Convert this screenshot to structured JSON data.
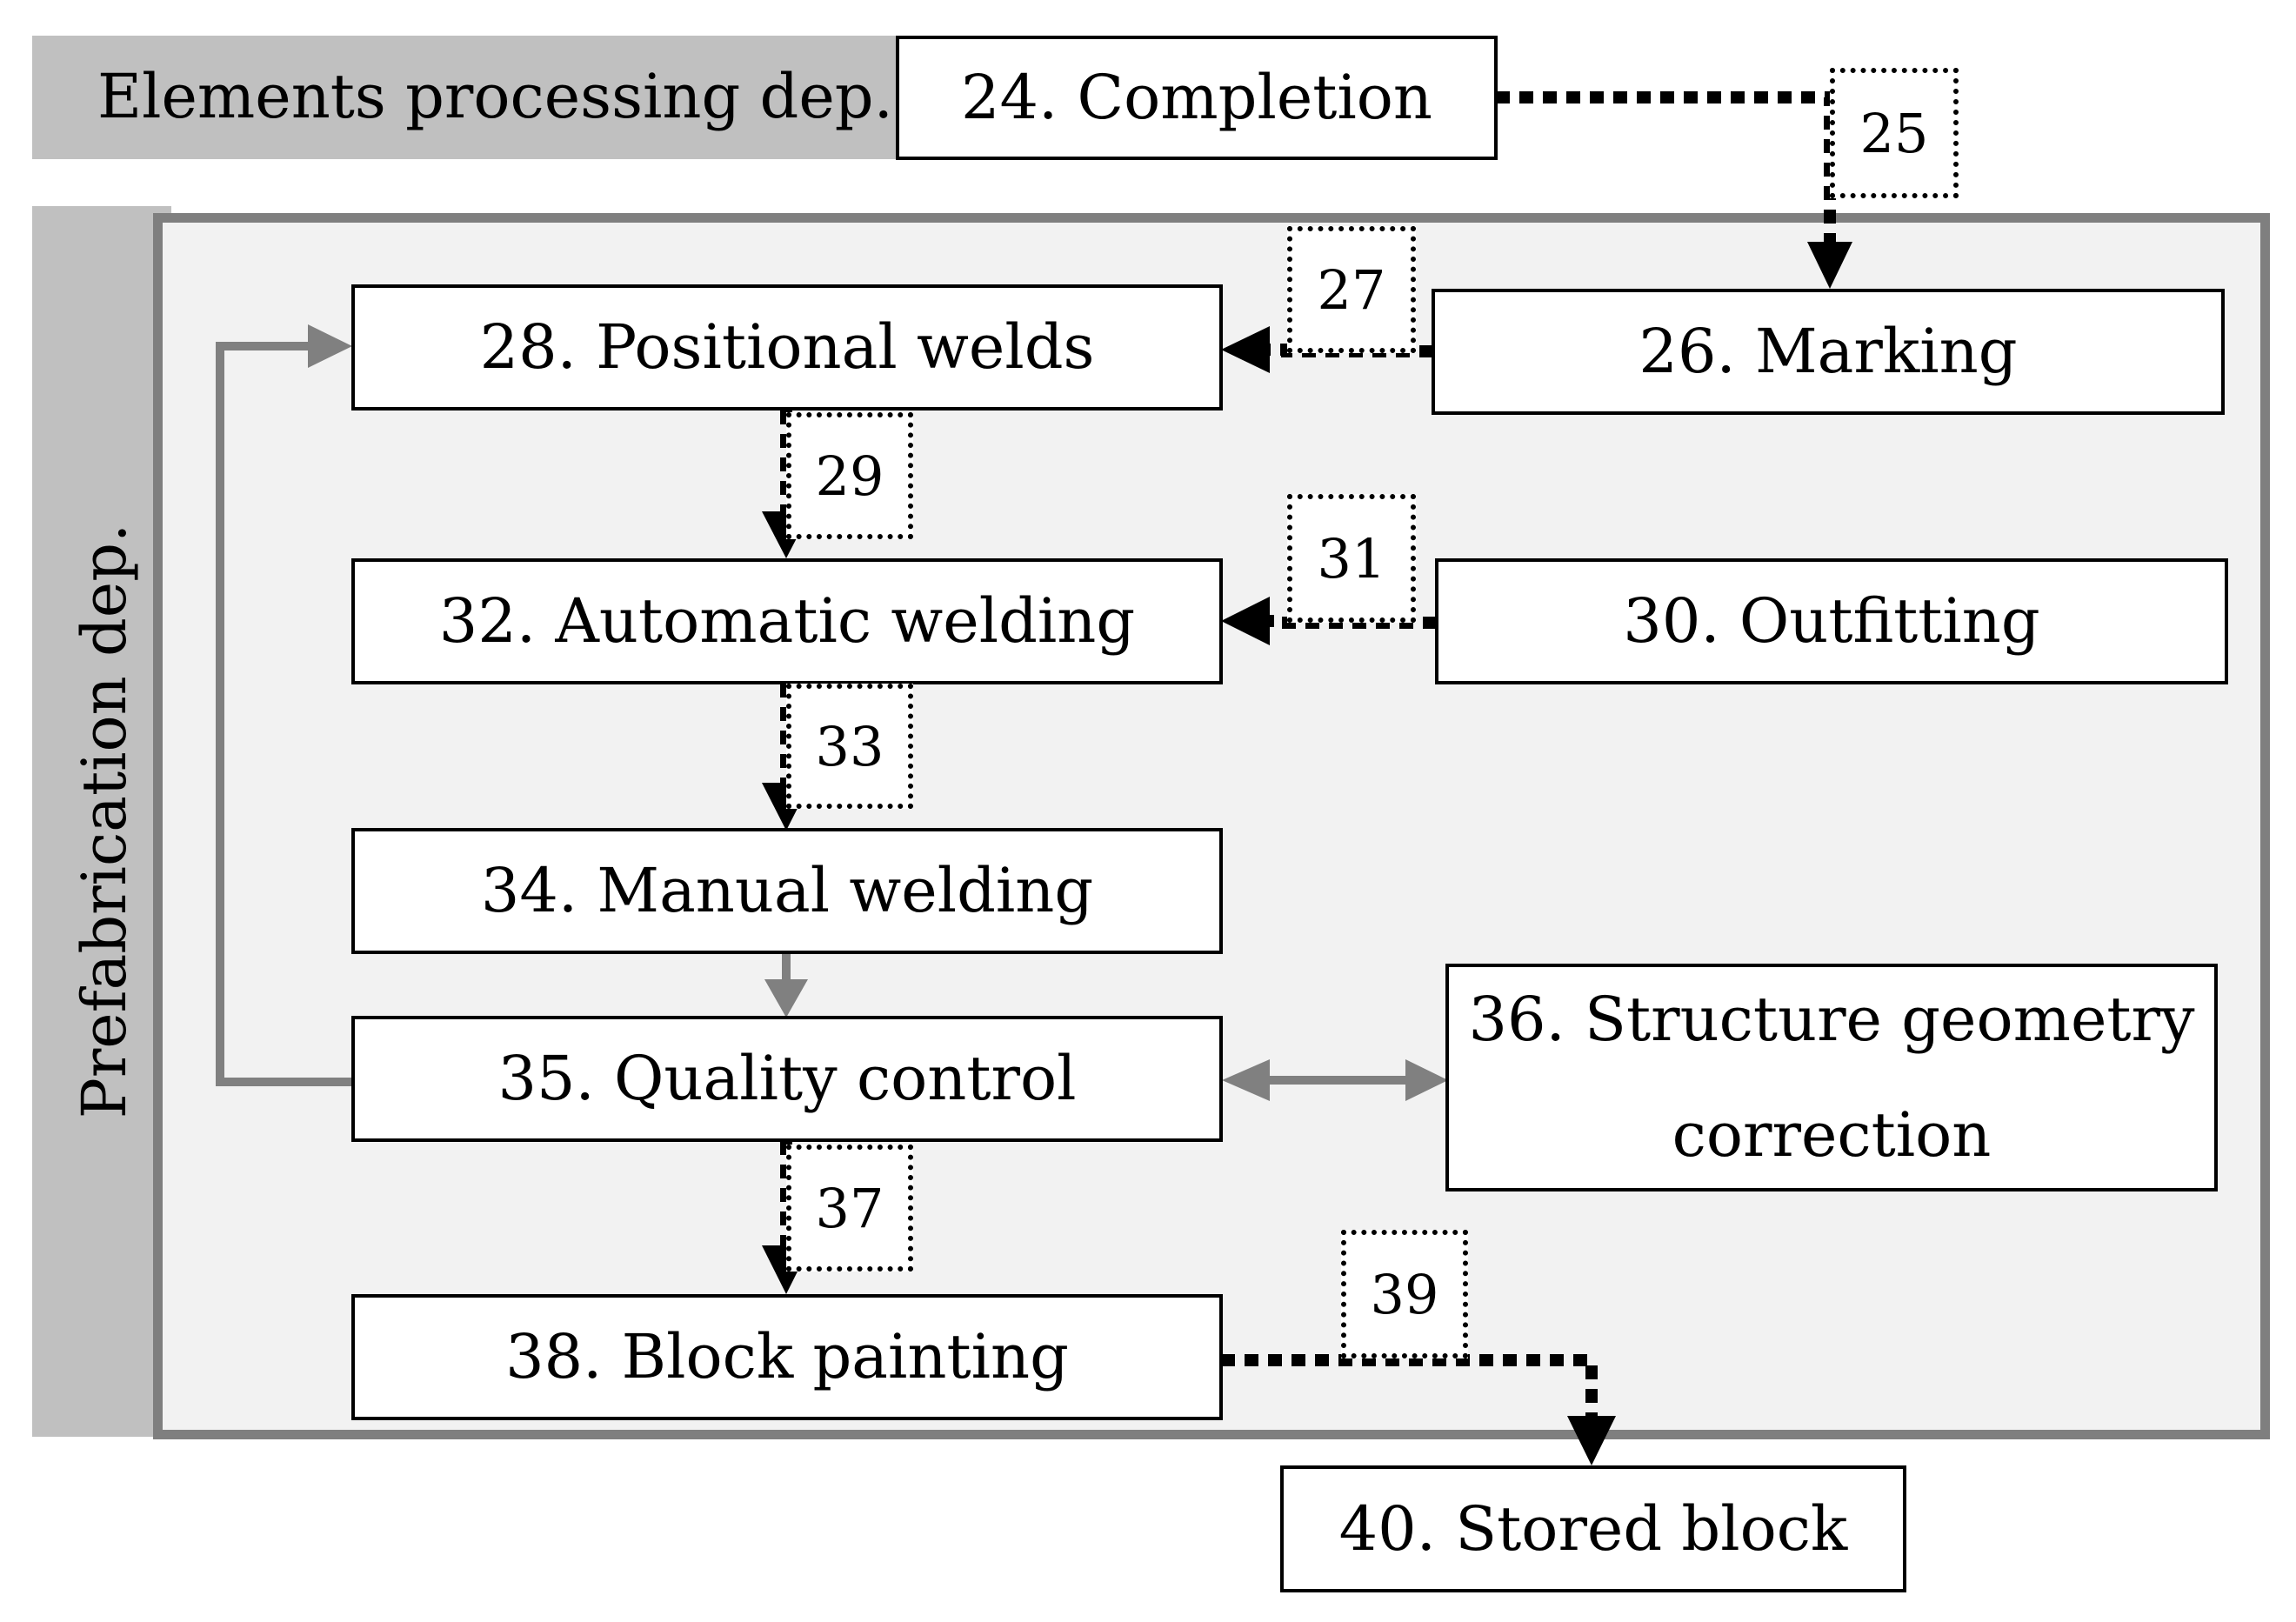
{
  "departments": {
    "elements_processing": "Elements processing dep.",
    "prefabrication": "Prefabrication dep."
  },
  "nodes": {
    "completion": "24. Completion",
    "marking": "26. Marking",
    "positional_welds": "28. Positional welds",
    "outfitting": "30. Outfitting",
    "automatic_welding": "32. Automatic welding",
    "manual_welding": "34. Manual welding",
    "quality_control": "35. Quality control",
    "structure_correction_line1": "36. Structure geometry",
    "structure_correction_line2": "correction",
    "block_painting": "38. Block painting",
    "stored_block": "40. Stored block"
  },
  "transport_steps": {
    "s25": "25",
    "s27": "27",
    "s29": "29",
    "s31": "31",
    "s33": "33",
    "s37": "37",
    "s39": "39"
  },
  "colors": {
    "lane_fill": "#c0c0c0",
    "panel_fill": "#f2f2f2",
    "panel_border": "#7f7f7f",
    "transport_arrow": "#000000",
    "control_arrow": "#808080"
  }
}
